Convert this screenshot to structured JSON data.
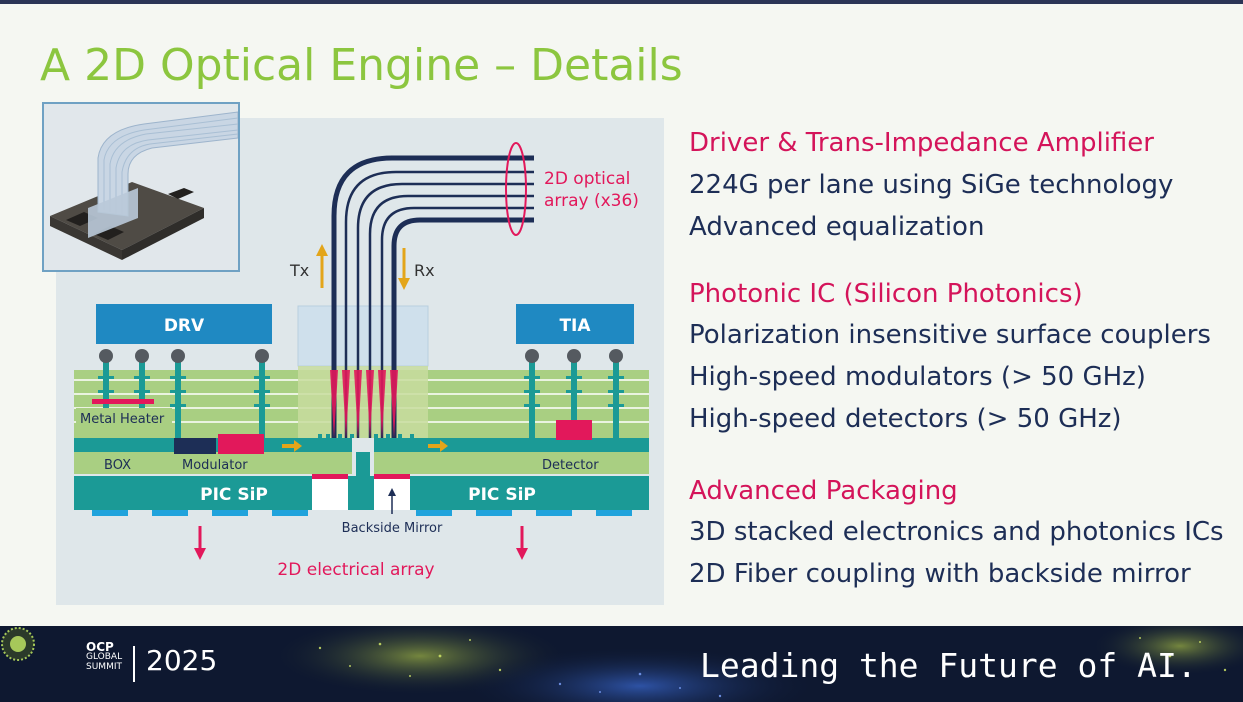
{
  "slide": {
    "title": "A 2D Optical Engine – Details"
  },
  "diagram": {
    "labels": {
      "optical_array": [
        "2D optical",
        "array (x36)"
      ],
      "tx": "Tx",
      "rx": "Rx",
      "drv": "DRV",
      "tia": "TIA",
      "metal_heater": "Metal Heater",
      "box": "BOX",
      "modulator": "Modulator",
      "detector": "Detector",
      "pic_left": "PIC SiP",
      "pic_right": "PIC SiP",
      "backside_mirror": "Backside Mirror",
      "electrical_array": "2D electrical array"
    },
    "colors": {
      "accent_red": "#e2185b",
      "drv_blue": "#1f89c2",
      "substrate_teal": "#1b9a96",
      "layer_green": "#a9cf82",
      "fiber_navy": "#1d2e56",
      "arrow_gold": "#e3a51a"
    }
  },
  "sections": [
    {
      "heading": "Driver & Trans-Impedance Amplifier",
      "lines": [
        "224G per lane using SiGe technology",
        "Advanced equalization"
      ]
    },
    {
      "heading": "Photonic IC (Silicon Photonics)",
      "lines": [
        "Polarization insensitive surface couplers",
        "High-speed modulators (> 50 GHz)",
        "High-speed detectors (> 50 GHz)"
      ]
    },
    {
      "heading": "Advanced Packaging",
      "lines": [
        "3D stacked electronics and photonics ICs",
        "2D Fiber coupling with backside mirror"
      ]
    }
  ],
  "footer": {
    "logo_lines": [
      "OCP",
      "GLOBAL",
      "SUMMIT"
    ],
    "year": "2025",
    "tagline": "Leading the Future of AI."
  }
}
